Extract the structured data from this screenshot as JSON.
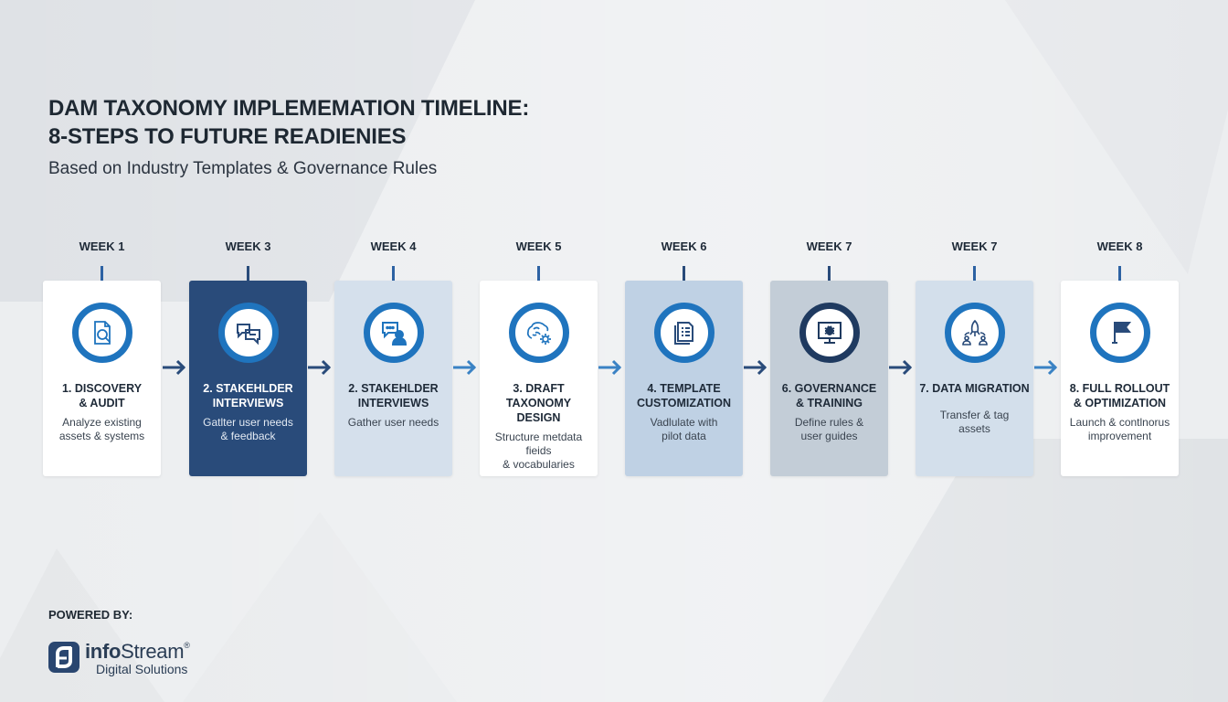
{
  "header": {
    "title_line1": "DAM TAXONOMY IMPLEMEMATION TIMELINE:",
    "title_line2": "8-STEPS TO FUTURE READIENIES",
    "subtitle": "Based on Industry Templates & Governance Rules"
  },
  "colors": {
    "accent_blue": "#1f74be",
    "navy": "#294b7a",
    "dark_navy": "#1f3a60",
    "text_dark": "#1e2a38"
  },
  "steps": [
    {
      "week": "WEEK 1",
      "title_line1": "1. DISCOVERY",
      "title_line2": "& AUDIT",
      "desc_line1": "Analyze existing",
      "desc_line2": "assets & systems",
      "icon": "document-search-icon",
      "style": "white"
    },
    {
      "week": "WEEK 3",
      "title_line1": "2. STAKEHLDER",
      "title_line2": "INTERVIEWS",
      "desc_line1": "Gatlter user needs",
      "desc_line2": "& feedback",
      "icon": "chat-bubbles-icon",
      "style": "navy"
    },
    {
      "week": "WEEK 4",
      "title_line1": "2. STAKEHLDER",
      "title_line2": "INTERVIEWS",
      "desc_line1": "Gather user needs",
      "desc_line2": "",
      "icon": "chat-user-icon",
      "style": "lightblue"
    },
    {
      "week": "WEEK 5",
      "title_line1": "3. DRAFT TAXONOMY",
      "title_line2": "DESIGN",
      "desc_line1": "Structure metdata fieids",
      "desc_line2": "& vocabularies",
      "icon": "brain-gear-icon",
      "style": "white"
    },
    {
      "week": "WEEK 6",
      "title_line1": "4. TEMPLATE",
      "title_line2": "CUSTOMIZATION",
      "desc_line1": "Vadlulate with",
      "desc_line2": "pilot data",
      "icon": "document-list-icon",
      "style": "midblue"
    },
    {
      "week": "WEEK 7",
      "title_line1": "6. GOVERNANCE",
      "title_line2": "& TRAINING",
      "desc_line1": "Define rules &",
      "desc_line2": "user guides",
      "icon": "monitor-bug-icon",
      "style": "grey"
    },
    {
      "week": "WEEK 7",
      "title_line1": "7. DATA MIGRATION",
      "title_line2": "",
      "desc_line1": "Transfer & tag",
      "desc_line2": "assets",
      "icon": "rocket-users-icon",
      "style": "paleblue"
    },
    {
      "week": "WEEK 8",
      "title_line1": "8. FULL ROLLOUT",
      "title_line2": "& OPTIMIZATION",
      "desc_line1": "Launch & contlnorus",
      "desc_line2": "improvement",
      "icon": "flag-icon",
      "style": "white"
    }
  ],
  "footer": {
    "powered_by": "POWERED BY:",
    "logo_bold": "info",
    "logo_light": "Stream",
    "logo_reg": "®",
    "logo_sub": "Digital Solutions"
  }
}
